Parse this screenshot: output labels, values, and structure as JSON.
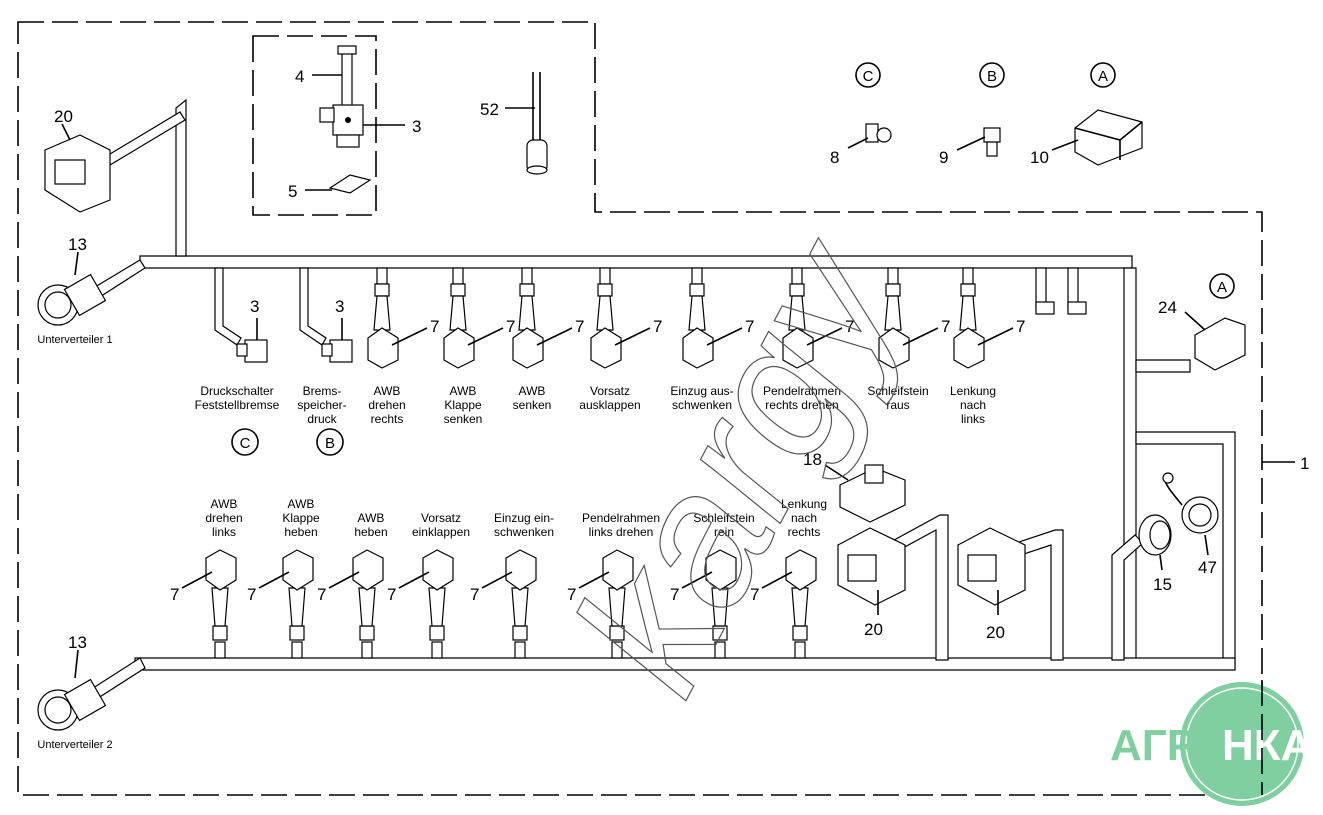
{
  "frame_label": "1",
  "top_parts": {
    "screw": "4",
    "sensor": "3",
    "seal": "5",
    "cable": "52",
    "part8": "8",
    "part9": "9",
    "part10": "10",
    "marker8": "C",
    "marker9": "B",
    "marker10": "A"
  },
  "left": {
    "conn20": "20",
    "conn13_top": "13",
    "unterverteiler1": "Unterverteiler 1",
    "conn13_bottom": "13",
    "unterverteiler2": "Unterverteiler 2"
  },
  "top_connectors": [
    {
      "num": "3",
      "lines": [
        "Druckschalter",
        "Feststellbremse"
      ],
      "marker": "C"
    },
    {
      "num": "3",
      "lines": [
        "Brems-",
        "speicher-",
        "druck"
      ],
      "marker": "B"
    },
    {
      "num": "7",
      "lines": [
        "AWB",
        "drehen",
        "rechts"
      ]
    },
    {
      "num": "7",
      "lines": [
        "AWB",
        "Klappe",
        "senken"
      ]
    },
    {
      "num": "7",
      "lines": [
        "AWB",
        "senken"
      ]
    },
    {
      "num": "7",
      "lines": [
        "Vorsatz",
        "ausklappen"
      ]
    },
    {
      "num": "7",
      "lines": [
        "Einzug aus-",
        "schwenken"
      ]
    },
    {
      "num": "7",
      "lines": [
        "Pendelrahmen",
        "rechts drehen"
      ]
    },
    {
      "num": "7",
      "lines": [
        "Schleifstein",
        "raus"
      ]
    },
    {
      "num": "7",
      "lines": [
        "Lenkung",
        "nach",
        "links"
      ]
    }
  ],
  "bottom_connectors": [
    {
      "num": "7",
      "lines": [
        "AWB",
        "drehen",
        "links"
      ]
    },
    {
      "num": "7",
      "lines": [
        "AWB",
        "Klappe",
        "heben"
      ]
    },
    {
      "num": "7",
      "lines": [
        "AWB",
        "heben"
      ]
    },
    {
      "num": "7",
      "lines": [
        "Vorsatz",
        "einklappen"
      ]
    },
    {
      "num": "7",
      "lines": [
        "Einzug ein-",
        "schwenken"
      ]
    },
    {
      "num": "7",
      "lines": [
        "Pendelrahmen",
        "links drehen"
      ]
    },
    {
      "num": "7",
      "lines": [
        "Schleifstein",
        "rein"
      ]
    },
    {
      "num": "7",
      "lines": [
        "Lenkung",
        "nach",
        "rechts"
      ]
    }
  ],
  "right": {
    "conn24": "24",
    "marker24": "A",
    "conn18": "18",
    "conn20a": "20",
    "conn20b": "20",
    "conn15": "15",
    "cap47": "47"
  },
  "watermark": "kargy",
  "logo": {
    "text_left": "АГРО",
    "text_right": "НКА",
    "color": "#7fcfa0"
  }
}
